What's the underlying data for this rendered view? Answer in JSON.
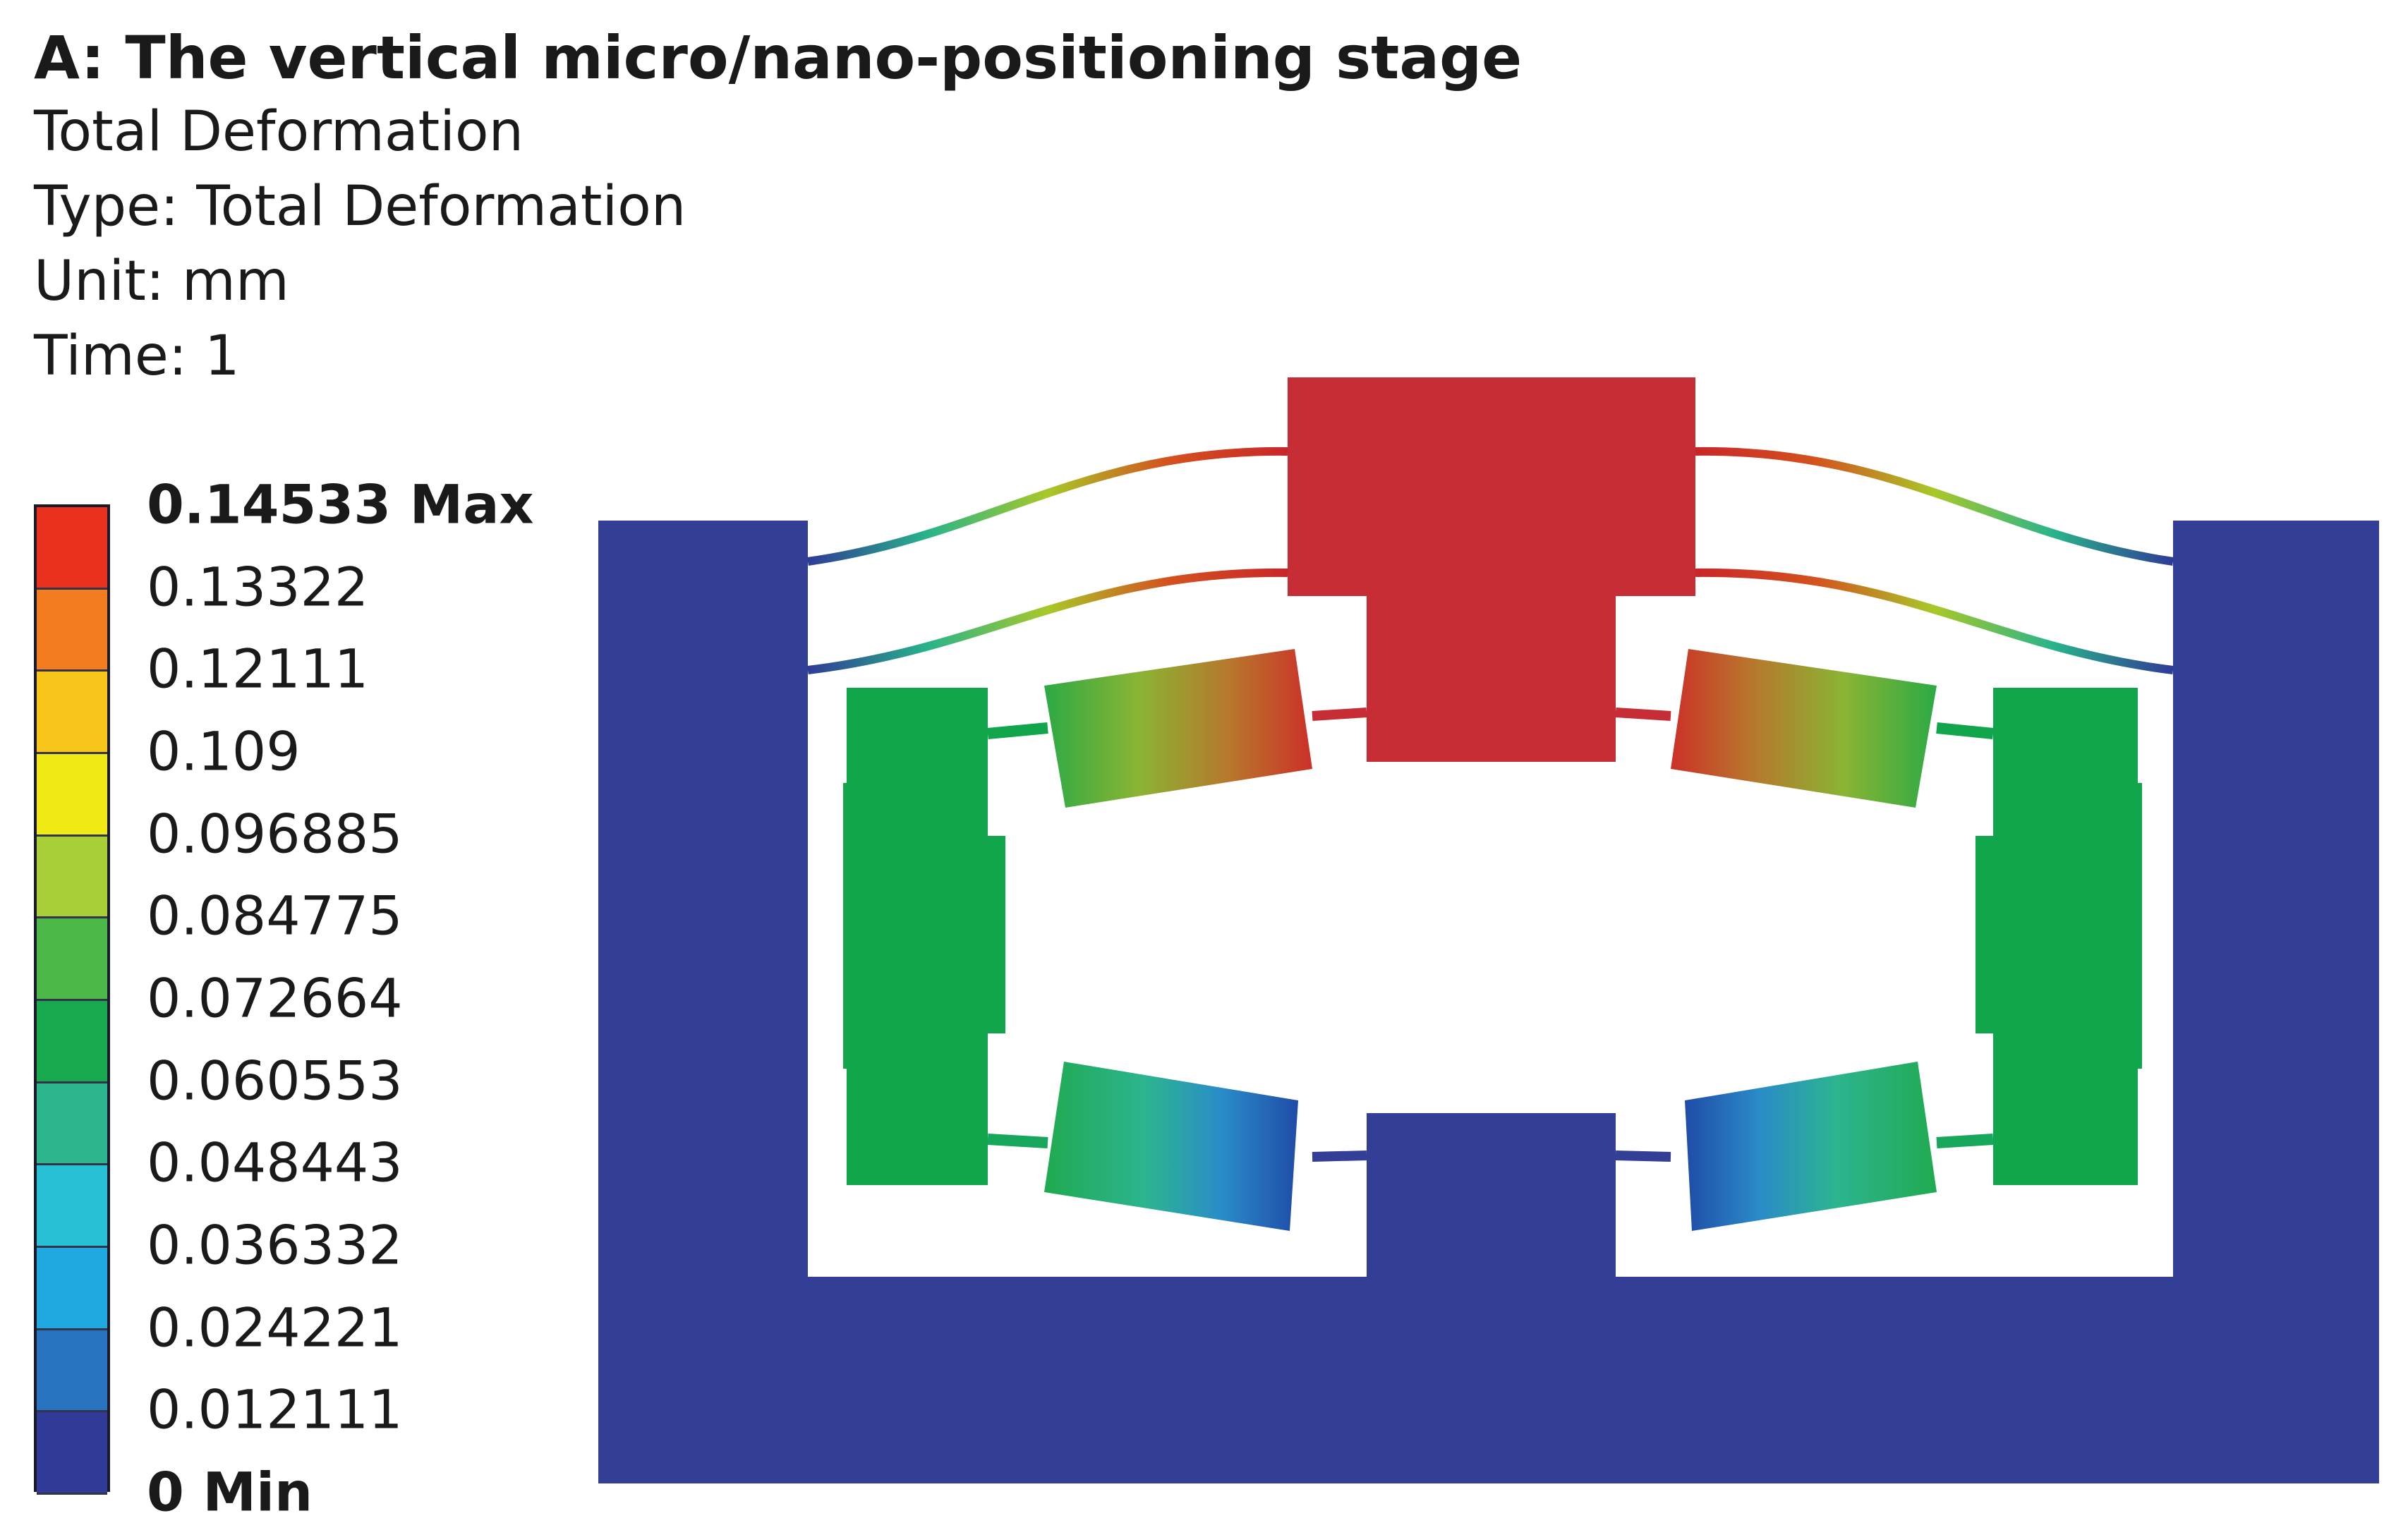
{
  "header": {
    "title": "A: The vertical micro/nano-positioning stage",
    "result_name": "Total Deformation",
    "type_line": "Type: Total Deformation",
    "unit_line": "Unit: mm",
    "time_line": "Time: 1"
  },
  "legend": {
    "levels": [
      {
        "label": "0.14533 Max",
        "color": "#c0262c",
        "bold": true
      },
      {
        "label": "0.13322",
        "color": "#e8321e",
        "bold": false
      },
      {
        "label": "0.12111",
        "color": "#f47c20",
        "bold": false
      },
      {
        "label": "0.109",
        "color": "#f8c61a",
        "bold": false
      },
      {
        "label": "0.096885",
        "color": "#f0ea14",
        "bold": false
      },
      {
        "label": "0.084775",
        "color": "#a8cf38",
        "bold": false
      },
      {
        "label": "0.072664",
        "color": "#4cb848",
        "bold": false
      },
      {
        "label": "0.060553",
        "color": "#18a84e",
        "bold": false
      },
      {
        "label": "0.048443",
        "color": "#2cb48c",
        "bold": false
      },
      {
        "label": "0.036332",
        "color": "#28c0d4",
        "bold": false
      },
      {
        "label": "0.024221",
        "color": "#20a8e0",
        "bold": false
      },
      {
        "label": "0.012111",
        "color": "#2874c0",
        "bold": false
      },
      {
        "label": "0 Min",
        "color": "#2f3b96",
        "bold": true
      }
    ]
  },
  "colors": {
    "base": "#333f96",
    "top_block": "#c62d35",
    "lever_green": "#12a64c",
    "background": "#ffffff"
  }
}
